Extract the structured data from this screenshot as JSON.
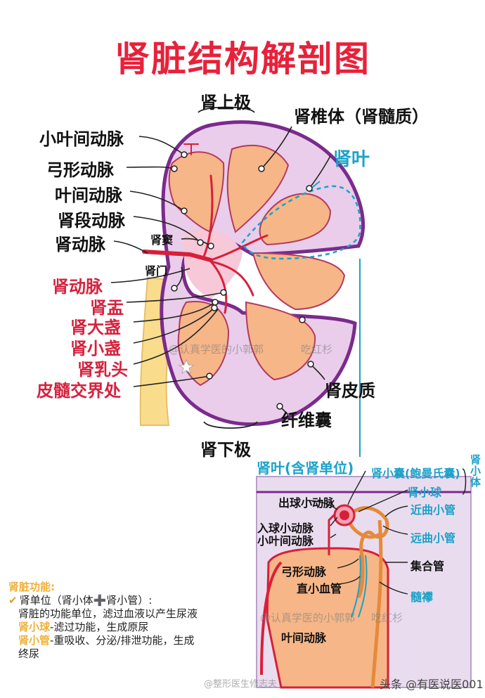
{
  "title": "肾脏结构解剖图",
  "kidney_labels": {
    "upper_pole": "肾上极",
    "pyramid": "肾椎体（肾髓质）",
    "lobe": "肾叶",
    "interlobular_artery": "小叶间动脉",
    "arcuate_artery": "弓形动脉",
    "interlobar_artery": "叶间动脉",
    "segmental_artery": "肾段动脉",
    "renal_artery": "肾动脉",
    "renal_sinus": "肾窦",
    "renal_hilum": "肾门",
    "renal_artery_red": "肾动脉",
    "renal_pelvis": "肾盂",
    "major_calyx": "肾大盏",
    "minor_calyx": "肾小盏",
    "renal_papilla": "肾乳头",
    "corticomedullary_junction": "皮髓交界处",
    "renal_cortex": "肾皮质",
    "fibrous_capsule": "纤维囊",
    "lower_pole": "肾下极"
  },
  "nephron_labels": {
    "section_title": "肾叶(含肾单位)",
    "bowman_capsule": "肾小囊(鲍曼氏囊)",
    "glomerulus": "肾小球",
    "renal_corpuscle_vertical": "肾小体",
    "efferent_arteriole": "出球小动脉",
    "proximal_tubule": "近曲小管",
    "afferent_arteriole": "入球小动脉",
    "interlobular_artery": "小叶间动脉",
    "distal_tubule": "远曲小管",
    "arcuate_artery": "弓形动脉",
    "collecting_duct": "集合管",
    "vasa_recta": "直小血管",
    "medullary_ray": "髓襻",
    "interlobar_artery": "叶间动脉"
  },
  "function_box": {
    "title": "肾脏功能:",
    "line1_check": "✔",
    "line1": "肾单位（肾小体➕肾小管）:",
    "line2": "肾脏的功能单位，滤过血液以产生尿液",
    "line3_key": "肾小球",
    "line3_rest": "-滤过功能，生成原尿",
    "line4_key": "肾小管",
    "line4_rest": "-重吸收、分泌/排泄功能，生成",
    "line5": "终尿"
  },
  "watermarks": {
    "wm1": "@认真学医的小郭郭",
    "wm2": "吃红杉",
    "wm3": "@认真学医的小郭郭",
    "wm4": "吃红杉",
    "footer_left": "@整形医生修志夫",
    "footer_right": "头条 @有医说医001"
  },
  "colors": {
    "title_red": "#e8213a",
    "label_red": "#d5213d",
    "label_blue": "#1ba2c9",
    "kidney_outline": "#7a2b8c",
    "kidney_fill": "#e9cdea",
    "pyramid_fill": "#f6b688",
    "ureter_fill": "#f9dc8c",
    "artery_red": "#d81f3a",
    "function_yellow": "#f0b035"
  }
}
